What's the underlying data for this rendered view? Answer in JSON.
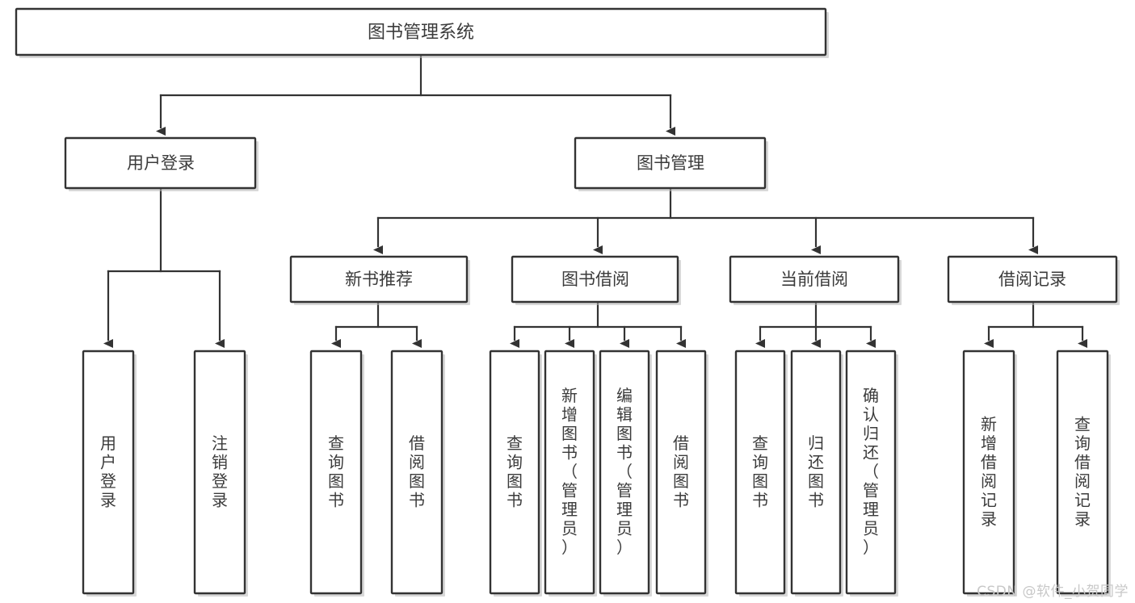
{
  "diagram": {
    "type": "tree",
    "title": "图书管理系统",
    "orientation": "top-down",
    "colors": {
      "line": "#333333",
      "box_stroke": "#333333",
      "box_fill": "#ffffff",
      "text": "#3b3b3b",
      "watermark": "#c8c8c8",
      "background": "#ffffff"
    },
    "root": {
      "label": "图书管理系统"
    },
    "level2": [
      {
        "label": "用户登录"
      },
      {
        "label": "图书管理"
      }
    ],
    "level3": [
      {
        "label": "新书推荐"
      },
      {
        "label": "图书借阅"
      },
      {
        "label": "当前借阅"
      },
      {
        "label": "借阅记录"
      }
    ],
    "leaves": {
      "user_login": [
        {
          "label": "用户登录"
        },
        {
          "label": "注销登录"
        }
      ],
      "new_book": [
        {
          "label": "查询图书"
        },
        {
          "label": "借阅图书"
        }
      ],
      "borrow_book": [
        {
          "label": "查询图书"
        },
        {
          "label": "新增图书（管理员）"
        },
        {
          "label": "编辑图书（管理员）"
        },
        {
          "label": "借阅图书"
        }
      ],
      "current_borrow": [
        {
          "label": "查询图书"
        },
        {
          "label": "归还图书"
        },
        {
          "label": "确认归还（管理员）"
        }
      ],
      "borrow_record": [
        {
          "label": "新增借阅记录"
        },
        {
          "label": "查询借阅记录"
        }
      ]
    }
  },
  "watermark": {
    "text": "CSDN @软件_小贺同学"
  }
}
